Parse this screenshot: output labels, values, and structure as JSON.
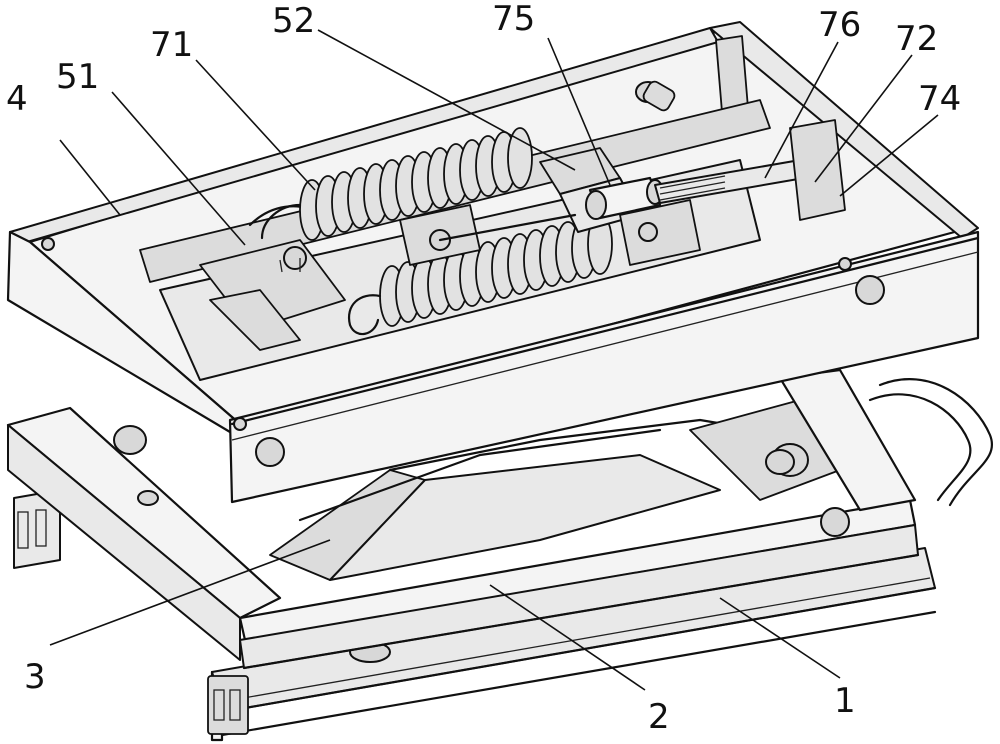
{
  "figure": {
    "labels": [
      {
        "id": "label-4",
        "text": "4"
      },
      {
        "id": "label-51",
        "text": "51"
      },
      {
        "id": "label-71",
        "text": "71"
      },
      {
        "id": "label-52",
        "text": "52"
      },
      {
        "id": "label-75",
        "text": "75"
      },
      {
        "id": "label-76",
        "text": "76"
      },
      {
        "id": "label-72",
        "text": "72"
      },
      {
        "id": "label-74",
        "text": "74"
      },
      {
        "id": "label-3",
        "text": "3"
      },
      {
        "id": "label-2",
        "text": "2"
      },
      {
        "id": "label-1",
        "text": "1"
      }
    ]
  }
}
